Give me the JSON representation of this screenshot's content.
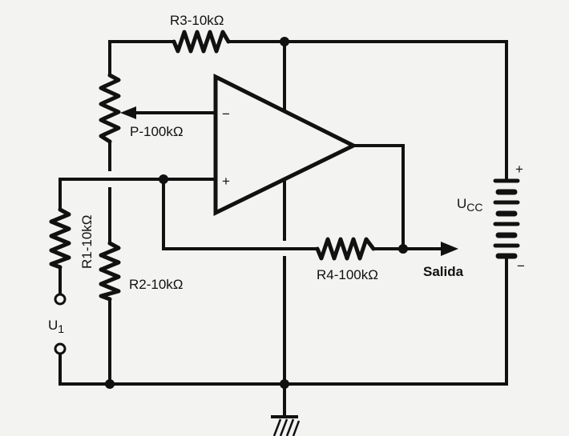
{
  "diagram": {
    "components": {
      "r3": "R3-10kΩ",
      "pot": "P-100kΩ",
      "r1": "R1-10kΩ",
      "r2": "R2-10kΩ",
      "r4": "R4-100kΩ"
    },
    "opamp": {
      "minus": "−",
      "plus": "+"
    },
    "output_label": "Salida",
    "supply": {
      "label_main": "U",
      "label_sub": "CC",
      "plus": "+",
      "minus": "−"
    },
    "input": {
      "label_main": "U",
      "label_sub": "1"
    }
  }
}
